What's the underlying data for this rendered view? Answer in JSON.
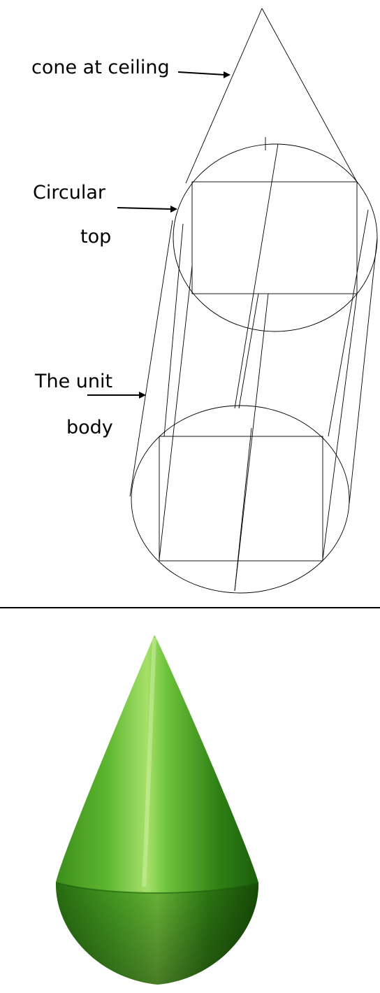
{
  "labels": {
    "cone": "cone at ceiling",
    "circular_line1": "Circular",
    "circular_line2": "top",
    "unit_line1": "The unit",
    "unit_line2": "body"
  },
  "colors": {
    "background": "#ffffff",
    "line": "#000000",
    "green_light": "#8fd24a",
    "green_mid": "#3f9a20",
    "green_dark": "#175a0a"
  }
}
